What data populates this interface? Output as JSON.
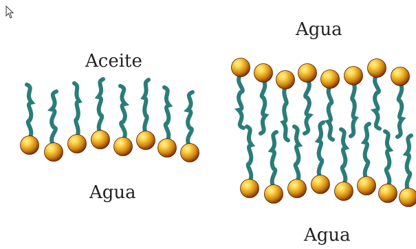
{
  "labels": {
    "left_top": "Aceite",
    "left_bottom": "Agua",
    "right_top": "Agua",
    "right_bottom": "Agua"
  },
  "colors": {
    "tail": "#2a7d79",
    "head_light": "#ffd54a",
    "head_mid": "#e0a012",
    "head_dark": "#8a2a08"
  },
  "icons": [
    "cursor-arrow-icon",
    "phospholipid-head-icon",
    "lipid-tail-icon"
  ]
}
